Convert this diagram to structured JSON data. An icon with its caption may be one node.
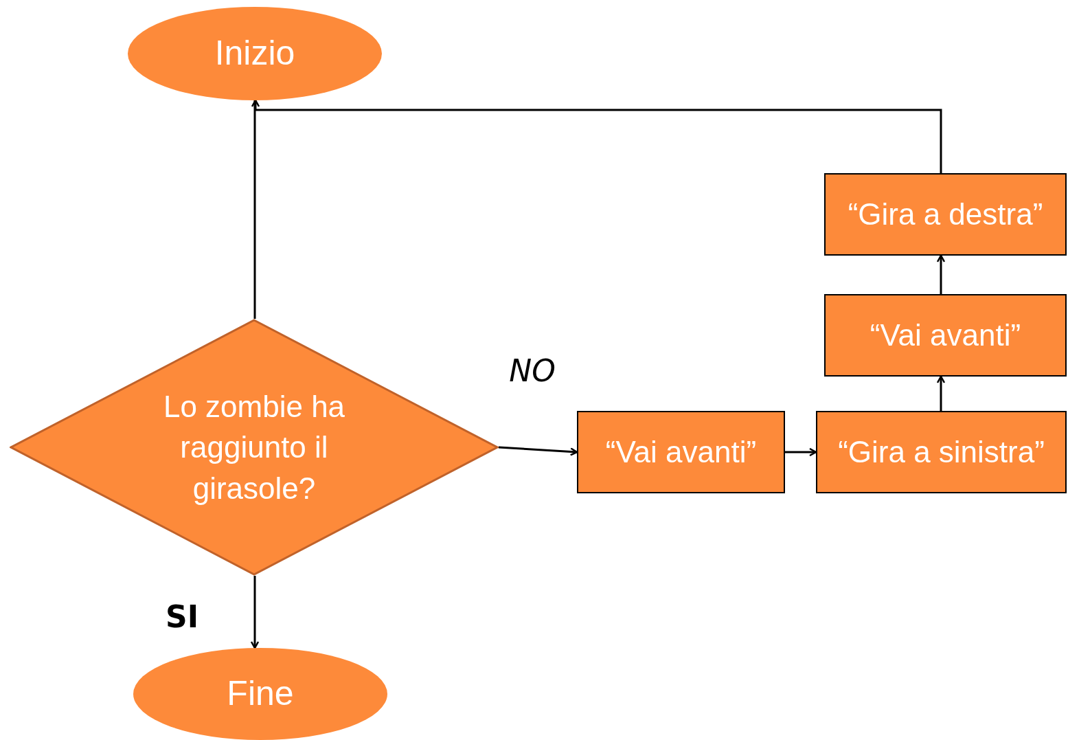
{
  "diagram": {
    "nodes": [
      {
        "text": [
          "Inizio"
        ]
      },
      {
        "text": [
          "Lo zombie ha raggiunto il girasole?"
        ]
      },
      {
        "text": [
          "“Vai avanti”"
        ]
      },
      {
        "text": [
          "“Gira a sinistra”"
        ]
      },
      {
        "text": [
          "“Vai avanti”"
        ]
      },
      {
        "text": [
          "“Gira a destra”"
        ]
      },
      {
        "text": [
          "Fine"
        ]
      }
    ],
    "edges": [
      {
        "from": 0,
        "to": 1,
        "arrow": "none"
      },
      {
        "from": 1,
        "to": 2,
        "arrow": "to",
        "label": "NO"
      },
      {
        "from": 2,
        "to": 3,
        "arrow": "to"
      },
      {
        "from": 3,
        "to": 4,
        "arrow": "to"
      },
      {
        "from": 4,
        "to": 5,
        "arrow": "to"
      },
      {
        "from": 5,
        "to": 0,
        "arrow": "to"
      },
      {
        "from": 1,
        "to": 6,
        "arrow": "to",
        "label": "SI"
      }
    ]
  }
}
